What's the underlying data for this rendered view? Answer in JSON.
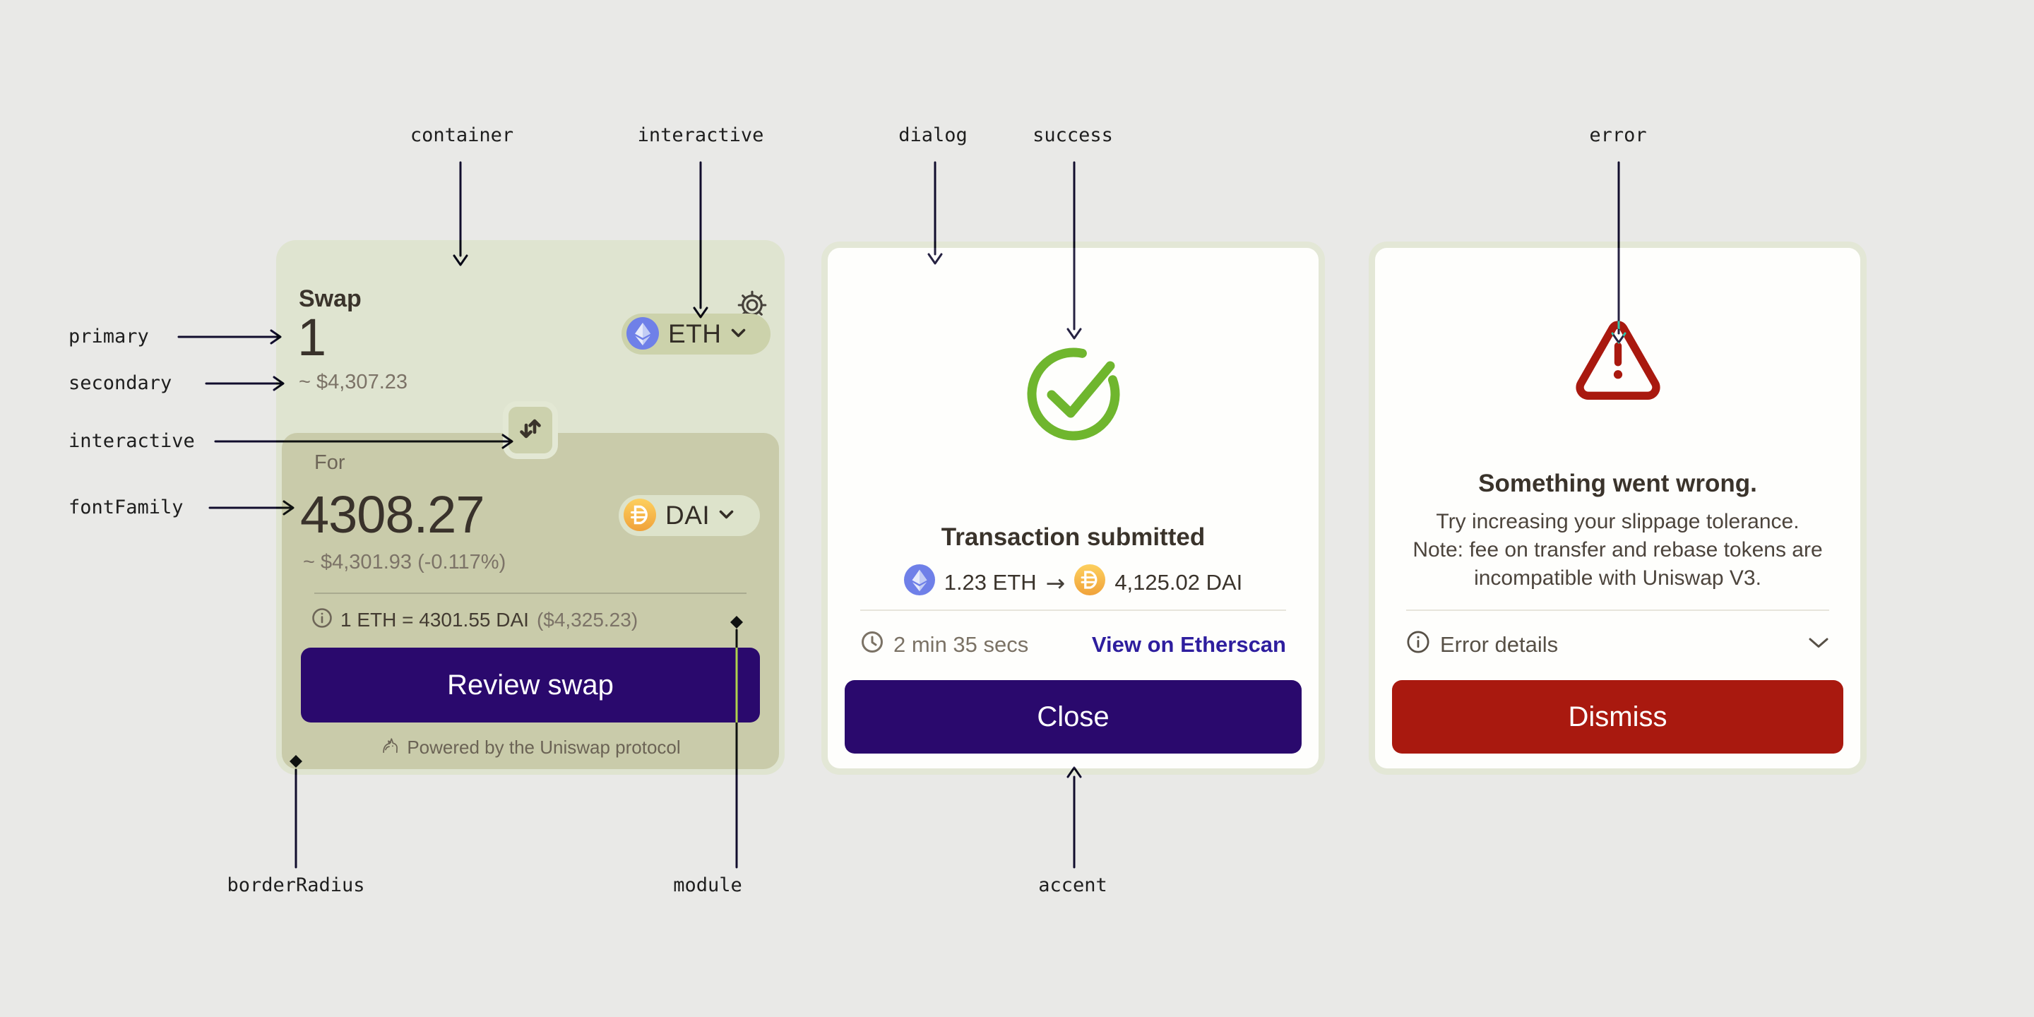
{
  "window": {
    "background": "#e9e9e7"
  },
  "swap_card": {
    "title": "Swap",
    "from": {
      "amount": "1",
      "fiat": "~ $4,307.23",
      "token": "ETH"
    },
    "to": {
      "label": "For",
      "amount": "4308.27",
      "fiat": "~ $4,301.93 (-0.117%)",
      "token": "DAI"
    },
    "rate": {
      "text": "1 ETH = 4301.55 DAI",
      "fiat": "($4,325.23)"
    },
    "review_button": "Review swap",
    "footer": "Powered by the Uniswap protocol"
  },
  "success_dialog": {
    "title": "Transaction submitted",
    "from_amount": "1.23 ETH",
    "arrow": "→",
    "to_amount": "4,125.02 DAI",
    "duration": "2 min 35 secs",
    "link_label": "View on Etherscan",
    "close_button": "Close"
  },
  "error_dialog": {
    "title": "Something went wrong.",
    "body_line1": "Try increasing your slippage tolerance.",
    "body_line2": "Note: fee on transfer and rebase tokens are",
    "body_line3": "incompatible with Uniswap V3.",
    "details_label": "Error details",
    "dismiss_button": "Dismiss"
  },
  "annotations": {
    "container": "container",
    "interactive_top": "interactive",
    "dialog": "dialog",
    "success": "success",
    "error": "error",
    "primary": "primary",
    "secondary": "secondary",
    "interactive_left": "interactive",
    "font_family": "fontFamily",
    "border_radius": "borderRadius",
    "module": "module",
    "accent": "accent"
  },
  "colors": {
    "accent": "#2a096d",
    "success": "#6fb62e",
    "error": "#a9190f",
    "container": "#dfe4d0",
    "module": "#c9cbaa",
    "link": "#2e1e9e",
    "primary_text": "#39322b",
    "secondary_text": "#7c7367",
    "eth_token": "#6f80e8",
    "dai_token": "#f5ac37"
  },
  "icons": {
    "settings": "gear-icon",
    "sell_token": "ethereum-icon",
    "buy_token": "dai-icon",
    "token_dropdown": "chevron-down-icon",
    "swap_direction": "up-down-arrows-icon",
    "rate_info": "info-circle-icon",
    "footer_logo": "unicorn-icon",
    "success_status": "check-circle-icon",
    "duration": "clock-icon",
    "error_status": "warning-triangle-icon",
    "details_info": "info-circle-icon",
    "details_toggle": "chevron-down-icon"
  }
}
